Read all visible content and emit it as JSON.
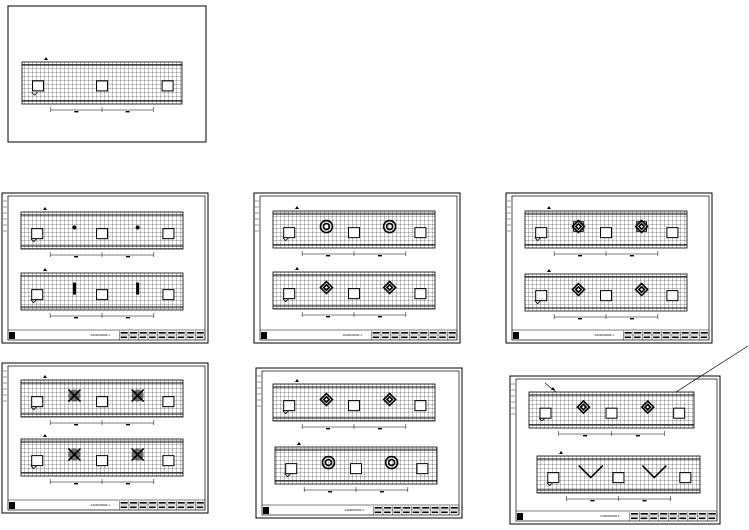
{
  "title_block": {
    "code_text": "AX00000000-1"
  },
  "sheets": [
    {
      "id": "cover",
      "elevations": [
        {
          "motif": "none"
        }
      ]
    },
    {
      "id": "sheet-1",
      "elevations": [
        {
          "motif": "dots"
        },
        {
          "motif": "bars"
        }
      ]
    },
    {
      "id": "sheet-2",
      "elevations": [
        {
          "motif": "circles"
        },
        {
          "motif": "diamonds"
        }
      ]
    },
    {
      "id": "sheet-3",
      "elevations": [
        {
          "motif": "checker"
        },
        {
          "motif": "diamonds"
        }
      ]
    },
    {
      "id": "sheet-4",
      "elevations": [
        {
          "motif": "dense"
        },
        {
          "motif": "dense"
        }
      ]
    },
    {
      "id": "sheet-5",
      "elevations": [
        {
          "motif": "diamonds"
        },
        {
          "motif": "circles"
        }
      ]
    },
    {
      "id": "sheet-6",
      "elevations": [
        {
          "motif": "diamonds"
        },
        {
          "motif": "cross"
        }
      ]
    }
  ],
  "colors": {
    "line": "#000000",
    "paper": "#ffffff"
  }
}
